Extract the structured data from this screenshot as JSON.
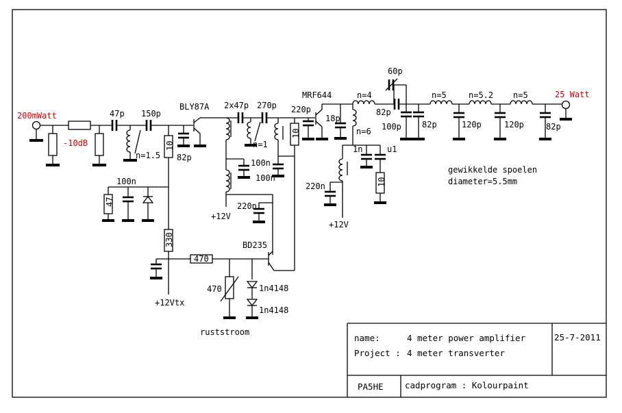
{
  "labels": {
    "input_power": "200mWatt",
    "output_power": "25 Watt",
    "attenuator": "-10dB",
    "c_47p": "47p",
    "c_150p": "150p",
    "l_n15": "n=1.5",
    "q1": "BLY87A",
    "r_10a": "10",
    "c_82p_a": "82p",
    "c_100n_a": "100n",
    "r_47": "47",
    "c_2x47p": "2x47p",
    "c_270p": "270p",
    "l_n1": "n=1",
    "c_100n_b": "100n",
    "c_100n_c": "100n",
    "vcc_a": "+12V",
    "c_220n": "220n",
    "q2": "MRF644",
    "c_220p": "220p",
    "c_18p": "18p",
    "r_10b": "10",
    "l_n4": "n=4",
    "c_60p": "60p",
    "c_82p_b": "82p",
    "l_n6": "n=6",
    "c_100p": "100p",
    "c_82p_c": "82p",
    "c_1n": "1n",
    "c_u1": "u1",
    "r_10c": "10",
    "c_220n_b": "220n",
    "vcc_b": "+12V",
    "l_n5a": "n=5",
    "l_n52": "n=5.2",
    "l_n5b": "n=5",
    "c_120p_a": "120p",
    "c_120p_b": "120p",
    "c_82p_d": "82p",
    "note_1": "gewikkelde spoelen",
    "note_2": "diameter=5.5mm",
    "r_330": "330",
    "r_470": "470",
    "q3": "BD235",
    "pot_470": "470",
    "d1": "1n4148",
    "d2": "1n4148",
    "bias_label": "ruststroom",
    "vcc_tx": "+12Vtx"
  },
  "title_block": {
    "name_label": "name:",
    "name_value": "4 meter power amplifier",
    "project_label": "Project :",
    "project_value": "4 meter transverter",
    "date": "25-7-2011",
    "author": "PA5HE",
    "cad": "cadprogram : Kolourpaint"
  },
  "colors": {
    "accent": "#cc0000",
    "ink": "#000000",
    "paper": "#ffffff"
  }
}
